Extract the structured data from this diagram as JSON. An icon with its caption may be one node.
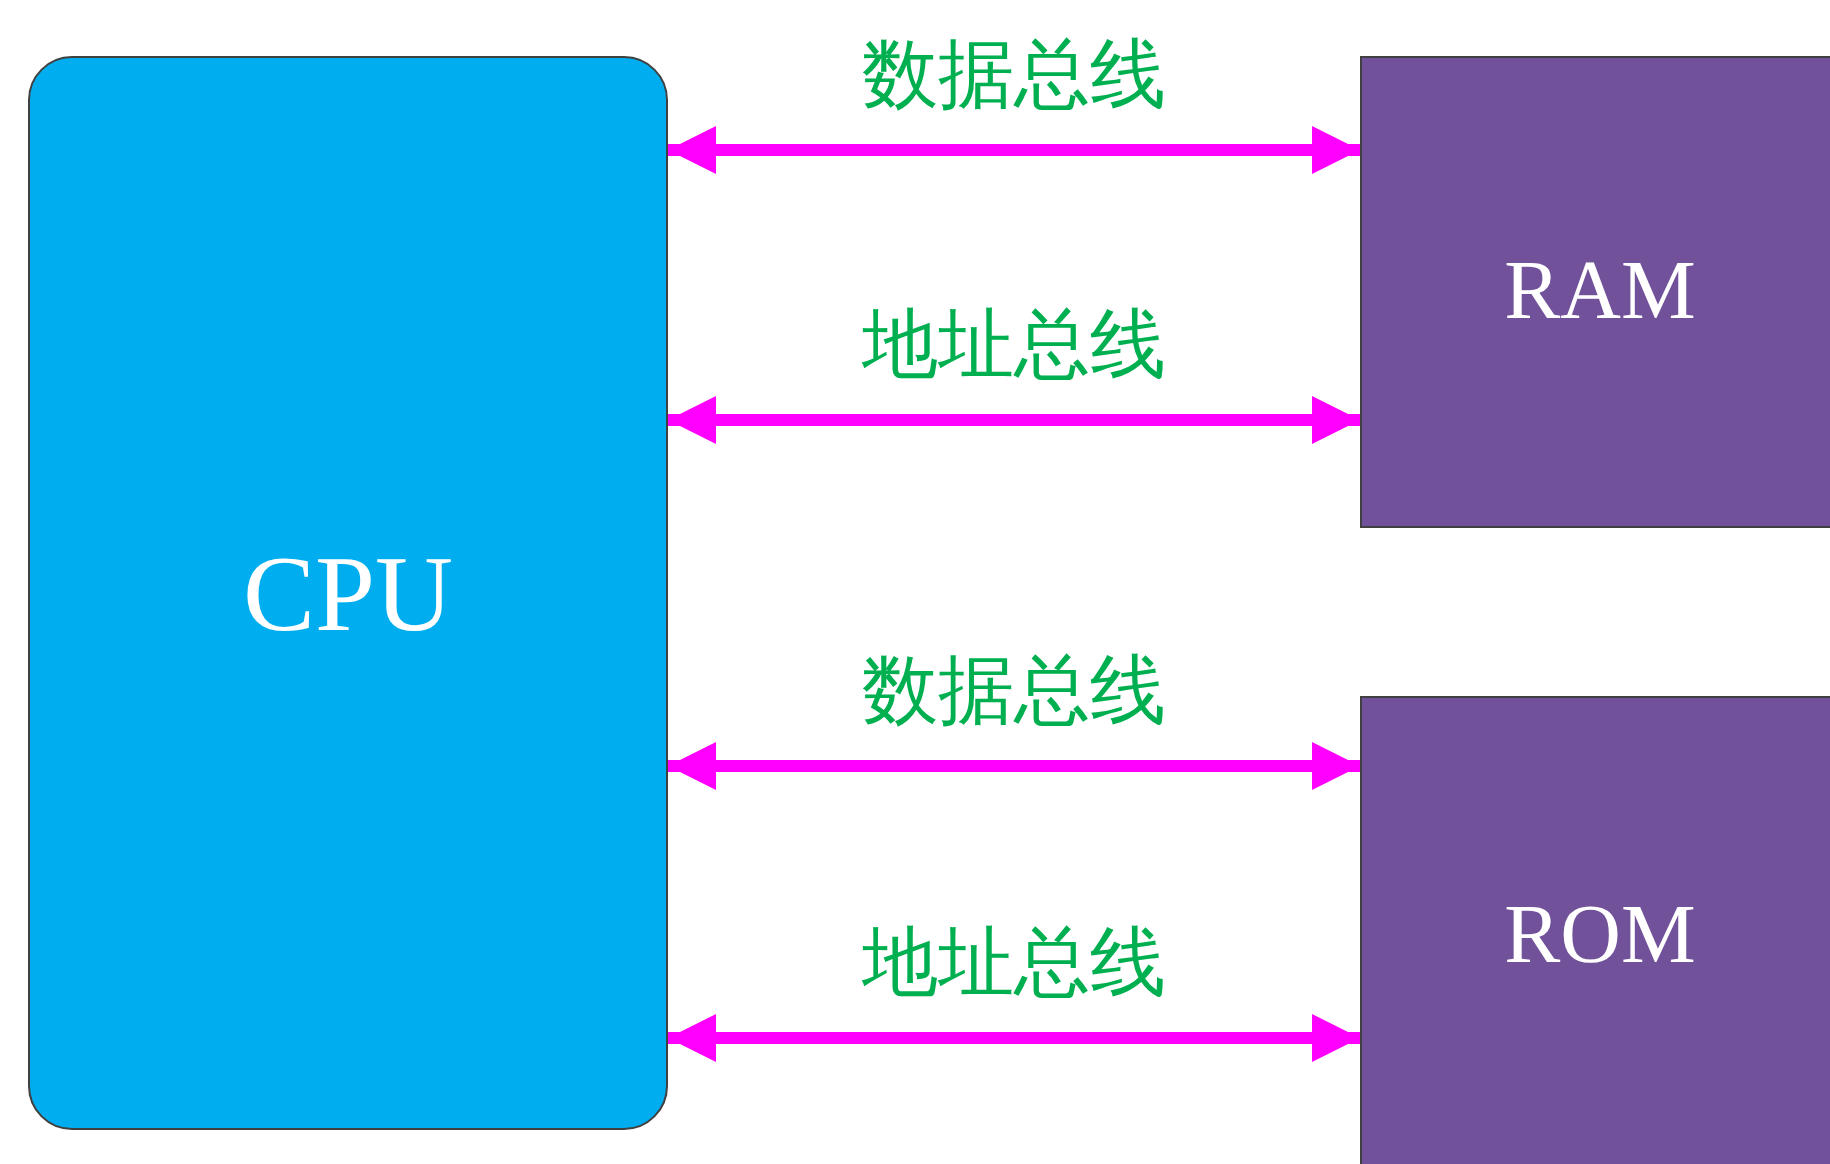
{
  "diagram": {
    "nodes": [
      {
        "text": [
          "CPU"
        ]
      },
      {
        "text": [
          "RAM"
        ]
      },
      {
        "text": [
          "ROM"
        ]
      }
    ],
    "edges": [
      {
        "from": 0,
        "to": 1,
        "arrow": "both",
        "label": "数据总线"
      },
      {
        "from": 0,
        "to": 1,
        "arrow": "both",
        "label": "地址总线"
      },
      {
        "from": 0,
        "to": 2,
        "arrow": "both",
        "label": "数据总线"
      },
      {
        "from": 0,
        "to": 2,
        "arrow": "both",
        "label": "地址总线"
      }
    ]
  }
}
